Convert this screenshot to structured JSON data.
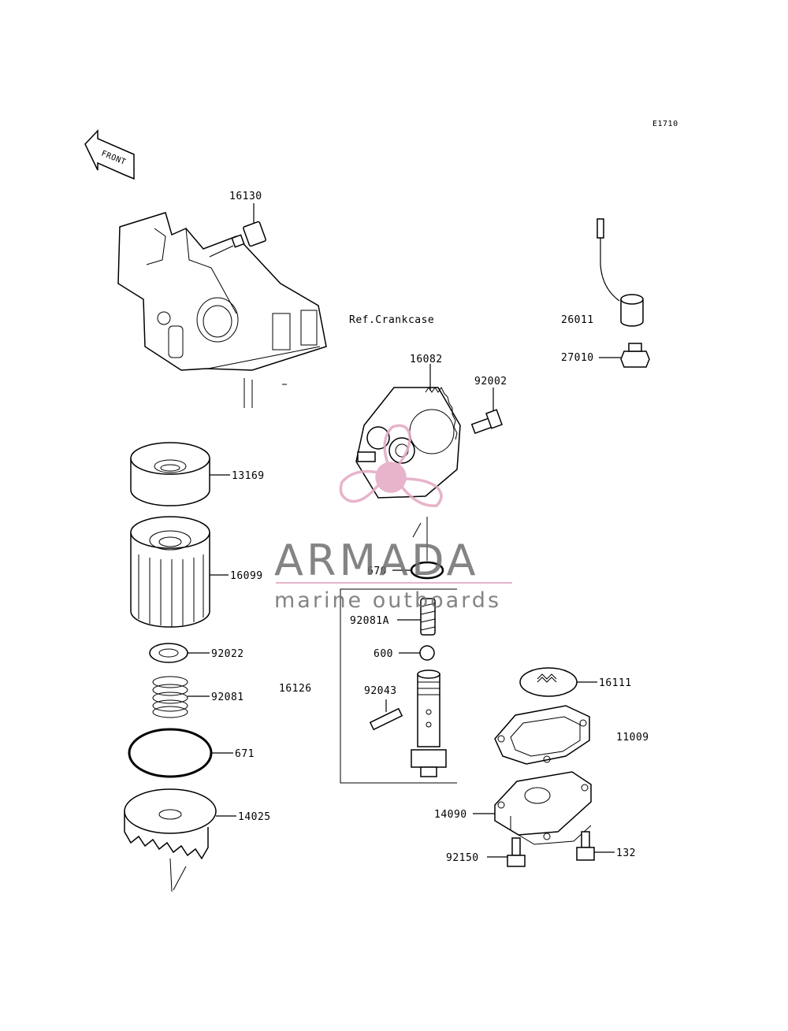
{
  "diagram": {
    "code": "E1710",
    "front_label": "FRONT",
    "reference": "Ref.Crankcase",
    "parts": {
      "p16130": "16130",
      "p26011": "26011",
      "p27010": "27010",
      "p16082": "16082",
      "p92002": "92002",
      "p13169": "13169",
      "p16099": "16099",
      "p670": "670",
      "p92081A": "92081A",
      "p600": "600",
      "p92022": "92022",
      "p16126": "16126",
      "p92043": "92043",
      "p16111": "16111",
      "p92081": "92081",
      "p671": "671",
      "p11009": "11009",
      "p14025": "14025",
      "p14090": "14090",
      "p92150": "92150",
      "p132": "132"
    }
  },
  "watermark": {
    "brand": "ARMADA",
    "tagline": "marine outboards",
    "colors": {
      "accent": "#e3a8c3",
      "text": "#6f6f6f"
    }
  }
}
